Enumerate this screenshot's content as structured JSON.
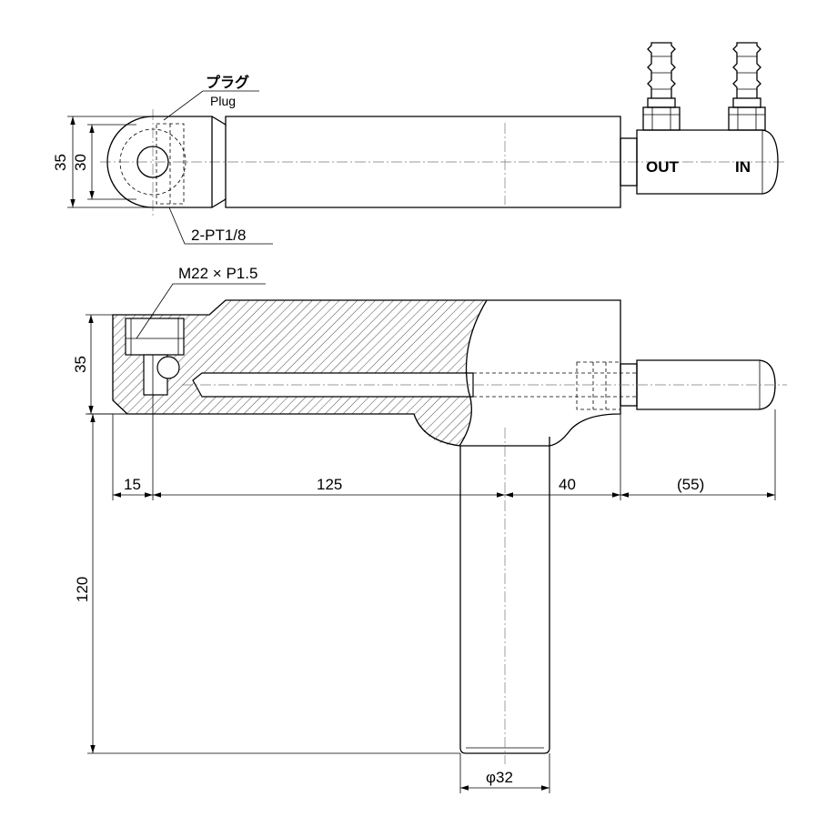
{
  "labels": {
    "plug_jp": "プラグ",
    "plug_en": "Plug",
    "port_thread": "2-PT1/8",
    "main_thread": "M22 × P1.5",
    "out": "OUT",
    "in": "IN"
  },
  "dimensions": {
    "top_height_outer": "35",
    "top_height_inner": "30",
    "front_height": "35",
    "len_15": "15",
    "len_125": "125",
    "len_40": "40",
    "len_55": "(55)",
    "handle_len": "120",
    "handle_dia": "φ32"
  }
}
